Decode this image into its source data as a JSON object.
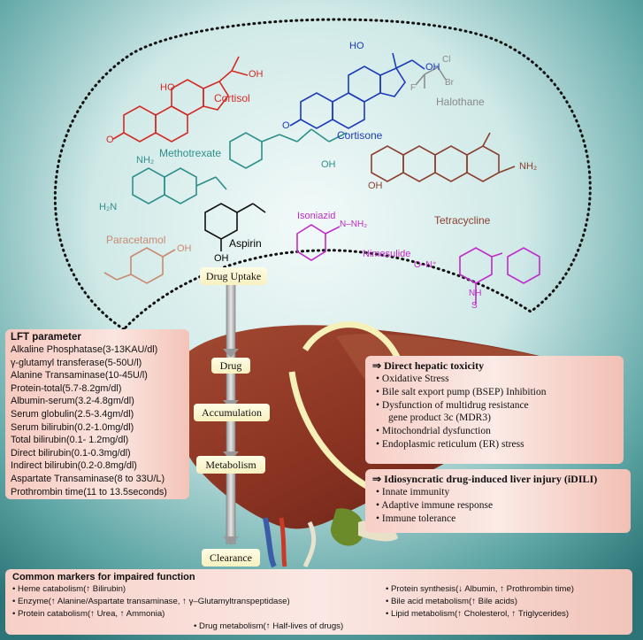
{
  "drugs": {
    "cortisol": "Cortisol",
    "cortisone": "Cortisone",
    "halothane": "Halothane",
    "methotrexate": "Methotrexate",
    "tetracycline": "Tetracycline",
    "paracetamol": "Paracetamol",
    "aspirin": "Aspirin",
    "isoniazid": "Isoniazid",
    "nimesulide": "Nimesulide"
  },
  "flow": {
    "uptake": "Drug Uptake",
    "drug": "Drug",
    "accumulation": "Accumulation",
    "metabolism": "Metabolism",
    "clearance": "Clearance"
  },
  "lft": {
    "title": "LFT parameter",
    "items": [
      "Alkaline Phosphatase(3-13KAU/dl)",
      "γ-glutamyl transferase(5-50U/l)",
      "Alanine Transaminase(10-45U/l)",
      "Protein-total(5.7-8.2gm/dl)",
      "Albumin-serum(3.2-4.8gm/dl)",
      "Serum globulin(2.5-3.4gm/dl)",
      "Serum bilirubin(0.2-1.0mg/dl)",
      "Total bilirubin(0.1- 1.2mg/dl)",
      "Direct bilirubin(0.1-0.3mg/dl)",
      "Indirect bilirubin(0.2-0.8mg/dl)",
      "Aspartate Transaminase(8 to 33U/L)",
      "Prothrombin time(11 to 13.5seconds)"
    ]
  },
  "direct": {
    "arrow": "⇒",
    "title": "Direct hepatic toxicity",
    "items": [
      "Oxidative Stress",
      "Bile salt export pump (BSEP) Inhibition",
      "Dysfunction of multidrug resistance",
      "gene product 3c (MDR3)",
      "Mitochondrial dysfunction",
      "Endoplasmic reticulum (ER) stress"
    ]
  },
  "idili": {
    "arrow": "⇒",
    "title": "Idiosyncratic drug-induced liver injury (iDILI)",
    "items": [
      "Innate immunity",
      "Adaptive immune response",
      "Immune tolerance"
    ]
  },
  "markers": {
    "title": "Common markers for impaired function",
    "heme": "Heme catabolism(↑ Bilirubin)",
    "enzyme": "Enzyme(↑ Alanine/Aspartate transaminase, ↑ γ–Glutamyltranspeptidase)",
    "protein_cat": "Protein catabolism(↑ Urea, ↑ Ammonia)",
    "drug_met": "Drug metabolism(↑ Half-lives of drugs)",
    "protein_syn": "Protein synthesis(↓ Albumin, ↑ Prothrombin time)",
    "bile": "Bile acid metabolism(↑ Bile acids)",
    "lipid": "Lipid metabolism(↑ Cholesterol, ↑ Triglycerides)"
  },
  "atoms": {
    "ho": "HO",
    "oh": "OH",
    "o": "O",
    "h": "H",
    "f": "F",
    "cl": "Cl",
    "br": "Br",
    "n": "N",
    "nh2": "NH₂",
    "h2n": "H₂N",
    "nh": "NH",
    "n_h": "N–NH₂",
    "hn": "H",
    "no2": "O–N⁺",
    "o_minus": "⁻O",
    "s": "S"
  },
  "colors": {
    "teal_dark": "#3b8a8c",
    "teal_light": "#d9f0ee",
    "liver": "#8e3a28",
    "cortisol": "#d42a24",
    "cortisone": "#1c3bb8",
    "halothane": "#8a8a8a",
    "methotrexate": "#2f8f8a",
    "tetracycline": "#8b3f2f",
    "paracetamol": "#c98a72",
    "isoniazid": "#c12ac9",
    "nimesulide": "#c12ac9"
  }
}
